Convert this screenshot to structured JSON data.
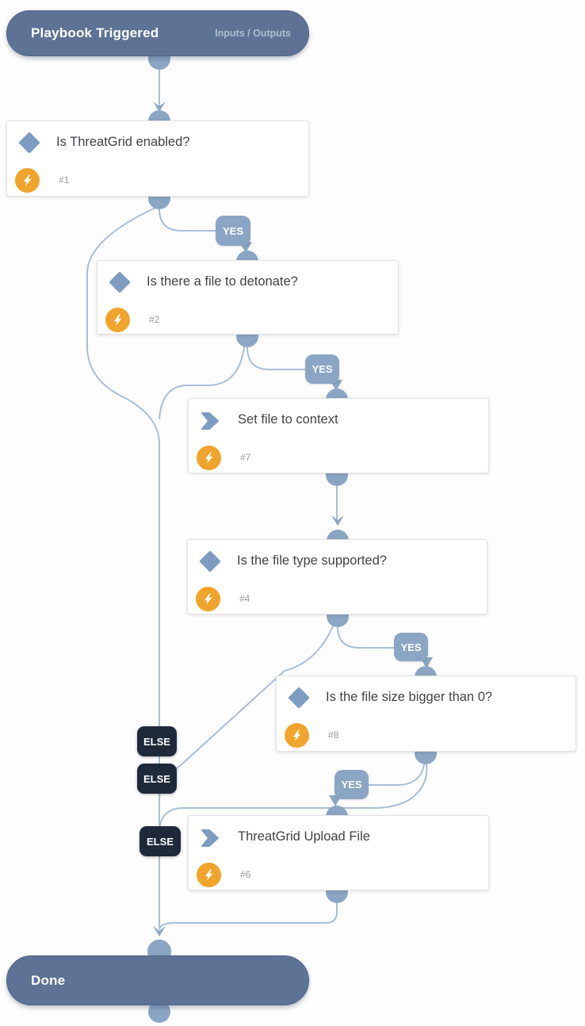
{
  "playbook": {
    "trigger": {
      "title": "Playbook Triggered",
      "link": "Inputs / Outputs"
    },
    "done": {
      "title": "Done"
    },
    "tasks": [
      {
        "id": "#1",
        "title": "Is ThreatGrid enabled?",
        "type": "condition"
      },
      {
        "id": "#2",
        "title": "Is there a file to detonate?",
        "type": "condition"
      },
      {
        "id": "#7",
        "title": "Set file to context",
        "type": "action"
      },
      {
        "id": "#4",
        "title": "Is the file type supported?",
        "type": "condition"
      },
      {
        "id": "#8",
        "title": "Is the file size bigger than 0?",
        "type": "condition"
      },
      {
        "id": "#6",
        "title": "ThreatGrid Upload File",
        "type": "action"
      }
    ],
    "edge_labels": {
      "yes": "YES",
      "else": "ELSE"
    }
  },
  "icons": {
    "condition": "diamond-icon",
    "action": "chevron-right-icon",
    "automation": "lightning-bolt-icon"
  },
  "colors": {
    "page_bg": "#fdfdfd",
    "pill_bg": "#5d7294",
    "pill_border": "#51678a",
    "pill_subtext": "#b0bdd0",
    "connector": "#8ba5c4",
    "line": "#a8bed8",
    "else_badge": "#1e2a3a",
    "task_icon": "#7e9cc2",
    "automation": "#f0a42c",
    "box_border": "#e3e3e3",
    "title_text": "#3f4246",
    "muted_text": "#9b9b9b"
  }
}
